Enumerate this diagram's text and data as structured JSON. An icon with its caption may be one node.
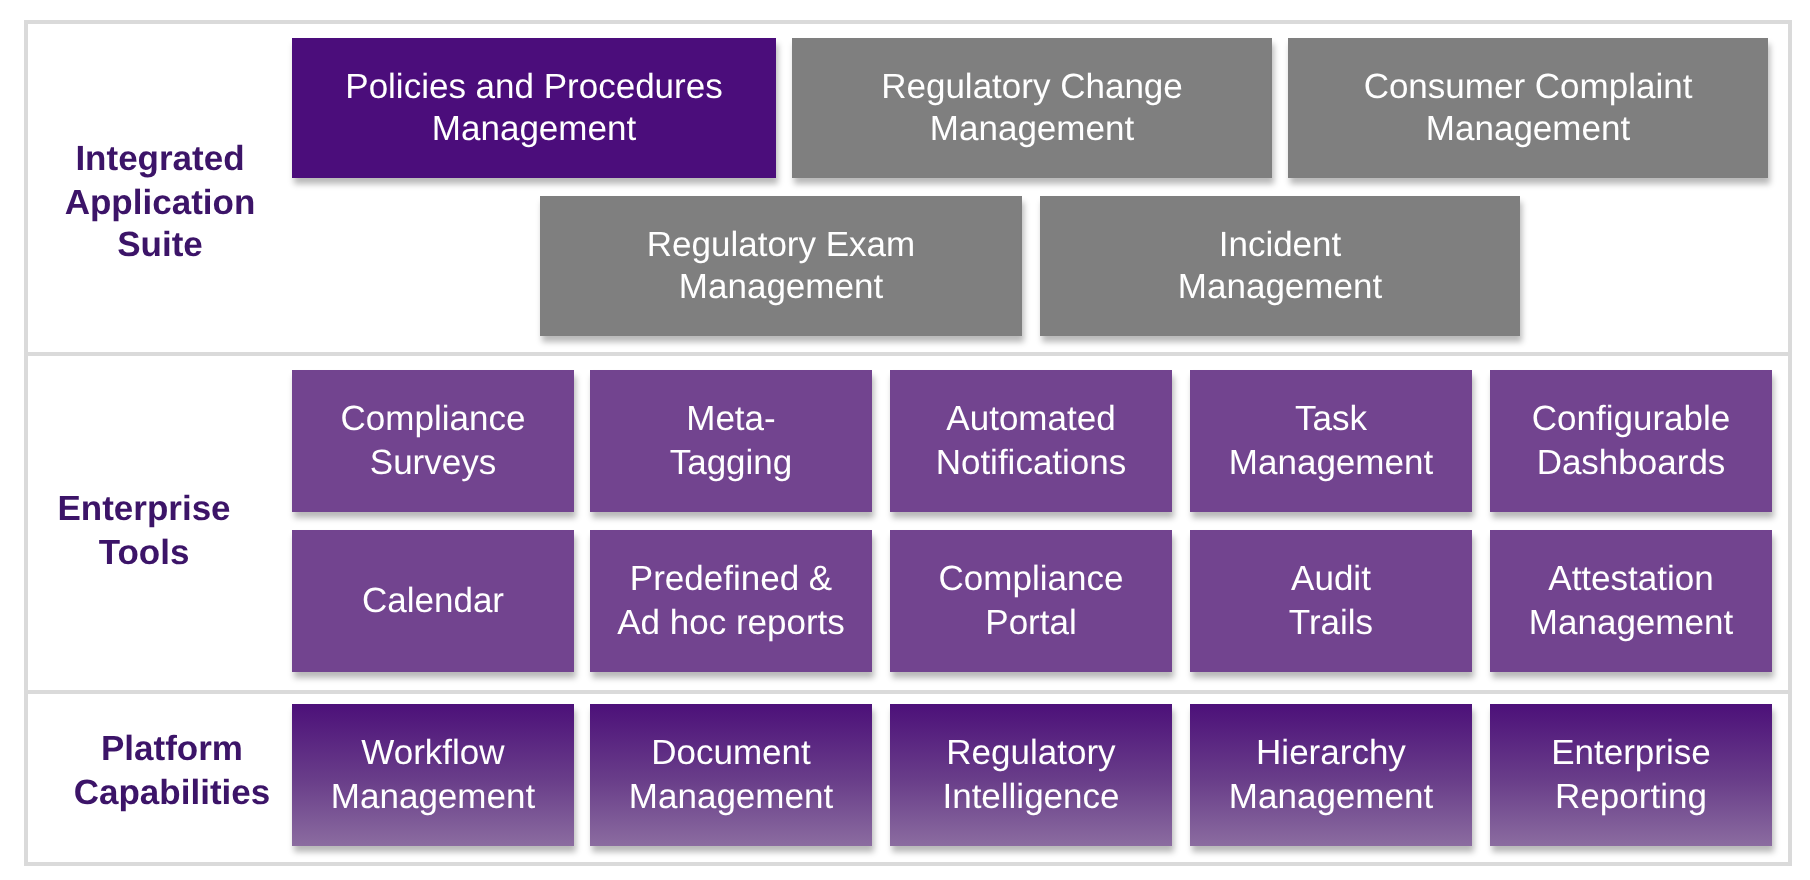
{
  "diagram": {
    "nodes": [
      {
        "text": [
          "Integrated Application Suite"
        ]
      },
      {
        "text": [
          "Policies and Procedures Management"
        ],
        "in": 0
      },
      {
        "text": [
          "Regulatory Change Management"
        ],
        "in": 0
      },
      {
        "text": [
          "Consumer Complaint Management"
        ],
        "in": 0
      },
      {
        "text": [
          "Regulatory Exam Management"
        ],
        "in": 0
      },
      {
        "text": [
          "Incident Management"
        ],
        "in": 0
      },
      {
        "text": [
          "Enterprise Tools"
        ]
      },
      {
        "text": [
          "Compliance Surveys"
        ],
        "in": 6
      },
      {
        "text": [
          "Meta- Tagging"
        ],
        "in": 6
      },
      {
        "text": [
          "Automated Notifications"
        ],
        "in": 6
      },
      {
        "text": [
          "Task Management"
        ],
        "in": 6
      },
      {
        "text": [
          "Configurable Dashboards"
        ],
        "in": 6
      },
      {
        "text": [
          "Calendar"
        ],
        "in": 6
      },
      {
        "text": [
          "Predefined & Ad hoc reports"
        ],
        "in": 6
      },
      {
        "text": [
          "Compliance Portal"
        ],
        "in": 6
      },
      {
        "text": [
          "Audit Trails"
        ],
        "in": 6
      },
      {
        "text": [
          "Attestation Management"
        ],
        "in": 6
      },
      {
        "text": [
          "Platform Capabilities"
        ]
      },
      {
        "text": [
          "Workflow Management"
        ],
        "in": 17
      },
      {
        "text": [
          "Document Management"
        ],
        "in": 17
      },
      {
        "text": [
          "Regulatory Intelligence"
        ],
        "in": 17
      },
      {
        "text": [
          "Hierarchy Management"
        ],
        "in": 17
      },
      {
        "text": [
          "Enterprise Reporting"
        ],
        "in": 17
      }
    ]
  }
}
